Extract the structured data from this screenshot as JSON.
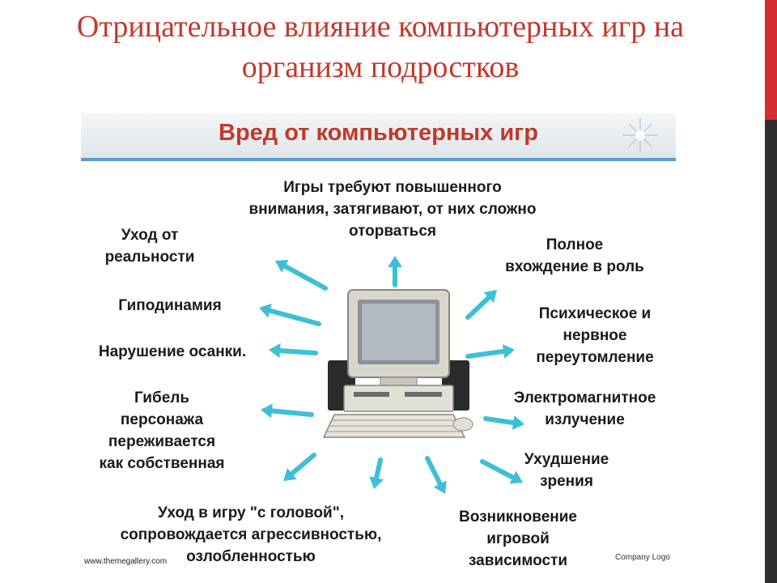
{
  "slide": {
    "title_line1": "Отрицательное влияние компьютерных игр на",
    "title_line2": "организм подростков"
  },
  "banner": {
    "title": "Вред от компьютерных игр"
  },
  "center": {
    "icon": "computer-icon"
  },
  "effects": {
    "top": [
      "Игры требуют  повышенного",
      "внимания,  затягивают, от них сложно",
      "оторваться"
    ],
    "reality": [
      "Уход от",
      "реальности"
    ],
    "hypodynamia": [
      "Гиподинамия"
    ],
    "posture": [
      "Нарушение осанки."
    ],
    "character_death": [
      "Гибель",
      "персонажа",
      "переживается",
      "как собственная"
    ],
    "game_head": [
      "Уход в игру \"с головой\",",
      "сопровождается агрессивностью,",
      "озлобленностью"
    ],
    "role": [
      "Полное",
      "вхождение в роль"
    ],
    "overwork": [
      "Психическое и",
      "нервное",
      "переутомление"
    ],
    "em": [
      "Электромагнитное",
      "излучение"
    ],
    "vision": [
      "Ухудшение",
      "зрения"
    ],
    "addiction": [
      "Возникновение",
      "игровой",
      "зависимости"
    ]
  },
  "footer": {
    "left": "www.themegallery.com",
    "right": "Company  Logo"
  },
  "colors": {
    "title": "#c0392b",
    "arrow": "#3dbfd6",
    "banner_line": "#5b9bd5",
    "accent_red": "#d42e2e",
    "accent_dark": "#2e2e2e"
  }
}
